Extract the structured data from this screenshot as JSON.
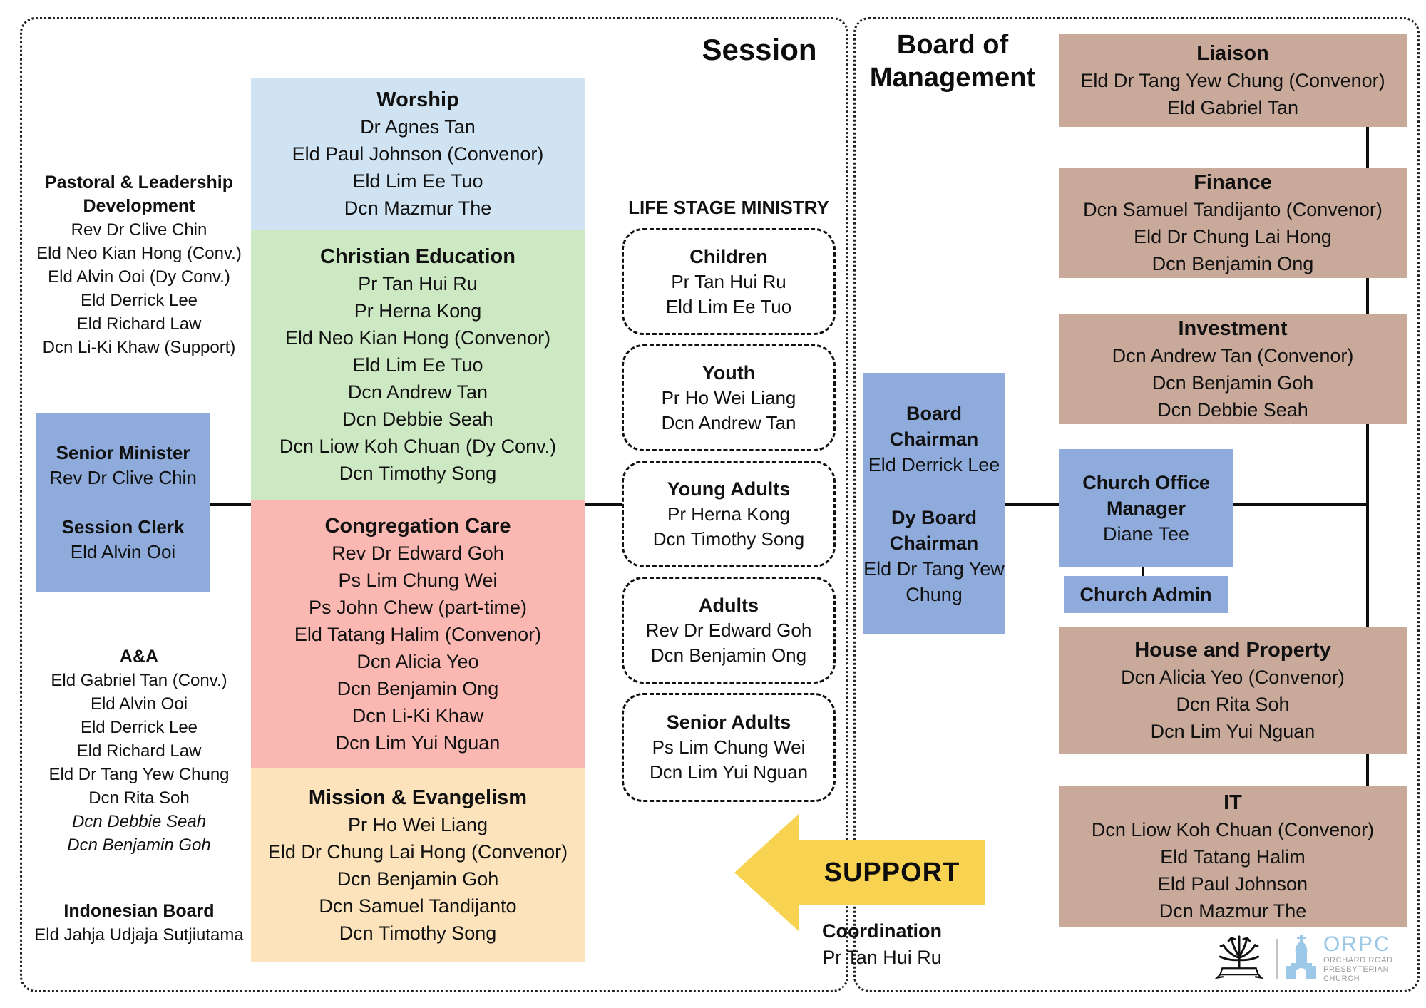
{
  "session": {
    "title": "Session",
    "left_column": {
      "pastoral": {
        "title": "Pastoral & Leadership Development",
        "members": [
          "Rev Dr Clive Chin",
          "Eld Neo Kian Hong (Conv.)",
          "Eld Alvin Ooi (Dy Conv.)",
          "Eld Derrick Lee",
          "Eld Richard Law",
          "Dcn Li-Ki Khaw (Support)"
        ]
      },
      "officers_box": {
        "role1": "Senior Minister",
        "name1": "Rev Dr Clive Chin",
        "role2": "Session Clerk",
        "name2": "Eld Alvin Ooi"
      },
      "aa": {
        "title": "A&A",
        "members": [
          "Eld Gabriel Tan (Conv.)",
          "Eld Alvin Ooi",
          "Eld Derrick Lee",
          "Eld Richard Law",
          "Eld Dr Tang Yew Chung",
          "Dcn Rita Soh"
        ],
        "members_italic": [
          "Dcn Debbie Seah",
          "Dcn Benjamin Goh"
        ]
      },
      "indonesian_board": {
        "title": "Indonesian Board",
        "members": [
          "Eld Jahja Udjaja Sutjiutama"
        ]
      }
    },
    "committees": [
      {
        "name": "Worship",
        "color": "#cfe3f2",
        "members": [
          "Dr Agnes Tan",
          "Eld Paul Johnson (Convenor)",
          "Eld Lim Ee Tuo",
          "Dcn Mazmur The"
        ]
      },
      {
        "name": "Christian Education",
        "color": "#cde9c3",
        "members": [
          "Pr Tan Hui Ru",
          "Pr Herna Kong",
          "Eld Neo Kian Hong (Convenor)",
          "Eld Lim Ee Tuo",
          "Dcn Andrew Tan",
          "Dcn Debbie Seah",
          "Dcn Liow Koh Chuan (Dy Conv.)",
          "Dcn Timothy Song"
        ]
      },
      {
        "name": "Congregation Care",
        "color": "#fbb8b2",
        "members": [
          "Rev Dr Edward Goh",
          "Ps Lim Chung Wei",
          "Ps John Chew (part-time)",
          "Eld Tatang Halim (Convenor)",
          "Dcn Alicia Yeo",
          "Dcn Benjamin Ong",
          "Dcn Li-Ki Khaw",
          "Dcn Lim Yui Nguan"
        ]
      },
      {
        "name": "Mission & Evangelism",
        "color": "#fce3bb",
        "members": [
          "Pr Ho Wei Liang",
          "Eld Dr Chung Lai Hong (Convenor)",
          "Dcn Benjamin Goh",
          "Dcn Samuel Tandijanto",
          "Dcn Timothy Song"
        ]
      }
    ],
    "life_stage": {
      "title": "LIFE STAGE MINISTRY",
      "groups": [
        {
          "name": "Children",
          "members": [
            "Pr Tan Hui Ru",
            "Eld Lim Ee Tuo"
          ]
        },
        {
          "name": "Youth",
          "members": [
            "Pr Ho Wei Liang",
            "Dcn Andrew Tan"
          ]
        },
        {
          "name": "Young Adults",
          "members": [
            "Pr Herna Kong",
            "Dcn Timothy Song"
          ]
        },
        {
          "name": "Adults",
          "members": [
            "Rev Dr Edward Goh",
            "Dcn Benjamin Ong"
          ]
        },
        {
          "name": "Senior Adults",
          "members": [
            "Ps Lim Chung Wei",
            "Dcn Lim Yui Nguan"
          ]
        }
      ]
    },
    "support": {
      "arrow_label": "SUPPORT",
      "coordination_title": "Coordination",
      "coordination_name": "Pr Tan Hui Ru"
    }
  },
  "board": {
    "title": "Board of Management",
    "chairman_box": {
      "role1": "Board Chairman",
      "name1": "Eld Derrick Lee",
      "role2": "Dy Board Chairman",
      "name2": "Eld Dr Tang Yew Chung"
    },
    "office": {
      "manager_title": "Church Office Manager",
      "manager_name": "Diane Tee",
      "admin_title": "Church Admin"
    },
    "committees": [
      {
        "name": "Liaison",
        "color": "#c8a99a",
        "members": [
          "Eld Dr Tang Yew Chung (Convenor)",
          "Eld Gabriel Tan"
        ]
      },
      {
        "name": "Finance",
        "color": "#c8a99a",
        "members": [
          "Dcn Samuel Tandijanto (Convenor)",
          "Eld Dr Chung Lai Hong",
          "Dcn Benjamin Ong"
        ]
      },
      {
        "name": "Investment",
        "color": "#c8a99a",
        "members": [
          "Dcn Andrew Tan (Convenor)",
          "Dcn Benjamin Goh",
          "Dcn Debbie Seah"
        ]
      },
      {
        "name": "House and Property",
        "color": "#c8a99a",
        "members": [
          "Dcn Alicia Yeo (Convenor)",
          "Dcn Rita Soh",
          "Dcn Lim Yui Nguan"
        ]
      },
      {
        "name": "IT",
        "color": "#c8a99a",
        "members": [
          "Dcn Liow Koh Chuan (Convenor)",
          "Eld Tatang Halim",
          "Eld Paul Johnson",
          "Dcn Mazmur The"
        ]
      }
    ],
    "logo": {
      "orpc": "ORPC",
      "line1": "ORCHARD ROAD",
      "line2": "PRESBYTERIAN CHURCH"
    }
  },
  "colors": {
    "officer_blue": "#8eabdc",
    "brown": "#c8a99a",
    "arrow_yellow": "#f7d351",
    "worship_blue": "#cfe3f2",
    "education_green": "#cde9c3",
    "care_red": "#fbb8b2",
    "mission_orange": "#fce3bb",
    "logo_blue": "#9dc9e8",
    "line_black": "#0d0d0d"
  }
}
